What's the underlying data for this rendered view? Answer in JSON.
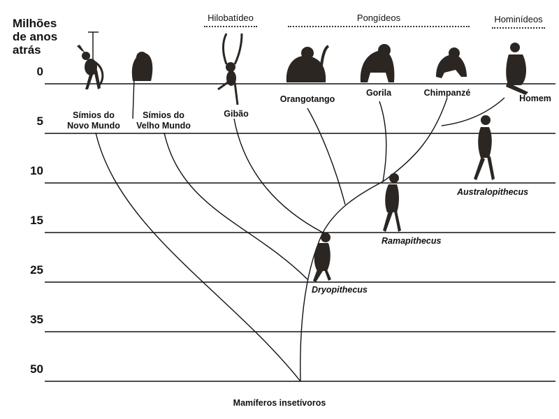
{
  "axis": {
    "title_lines": [
      "Milhões",
      "de anos",
      "atrás"
    ],
    "ticks": [
      "0",
      "5",
      "10",
      "15",
      "25",
      "35",
      "50"
    ]
  },
  "groups": {
    "hylobatids": "Hilobatídeo",
    "pongids": "Pongídeos",
    "hominids": "Hominídeos"
  },
  "species": {
    "new_world_lines": [
      "Símios do",
      "Novo Mundo"
    ],
    "old_world_lines": [
      "Símios do",
      "Velho Mundo"
    ],
    "gibbon": "Gibão",
    "orangutan": "Orangotango",
    "gorilla": "Gorila",
    "chimpanzee": "Chimpanzé",
    "human": "Homem"
  },
  "fossils": {
    "australopithecus": "Australopithecus",
    "ramapithecus": "Ramapithecus",
    "dryopithecus": "Dryopithecus"
  },
  "root": "Mamíferos insetívoros",
  "colors": {
    "ink": "#111111",
    "silhouette": "#2b2622"
  }
}
